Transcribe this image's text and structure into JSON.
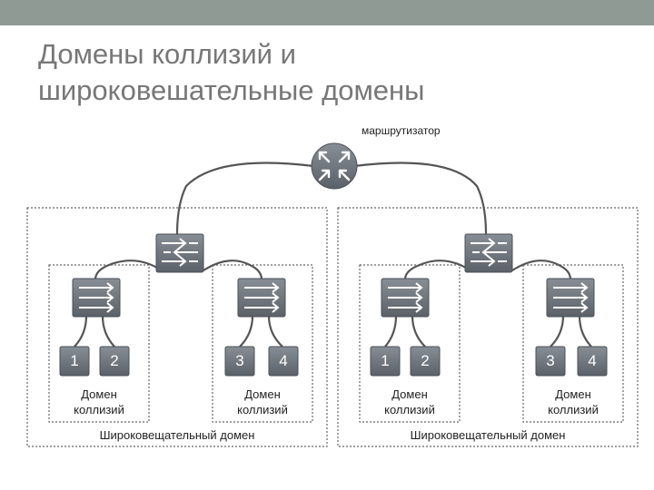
{
  "header_bar_color": "#8f9a95",
  "title": {
    "line1": "Домены коллизий и",
    "line2": "широковешательные домены"
  },
  "router": {
    "label": "маршрутизатор",
    "icon": "router-icon"
  },
  "broadcast_domains": [
    {
      "label": "Широковещательный домен",
      "collision_domains": [
        {
          "label_line1": "Домен",
          "label_line2": "коллизий",
          "ports": [
            "1",
            "2"
          ]
        },
        {
          "label_line1": "Домен",
          "label_line2": "коллизий",
          "ports": [
            "3",
            "4"
          ]
        }
      ]
    },
    {
      "label": "Широковещательный домен",
      "collision_domains": [
        {
          "label_line1": "Домен",
          "label_line2": "коллизий",
          "ports": [
            "1",
            "2"
          ]
        },
        {
          "label_line1": "Домен",
          "label_line2": "коллизий",
          "ports": [
            "3",
            "4"
          ]
        }
      ]
    }
  ],
  "colors": {
    "device_fill": "#6d737b",
    "link": "#555555",
    "box_border": "#666666"
  }
}
